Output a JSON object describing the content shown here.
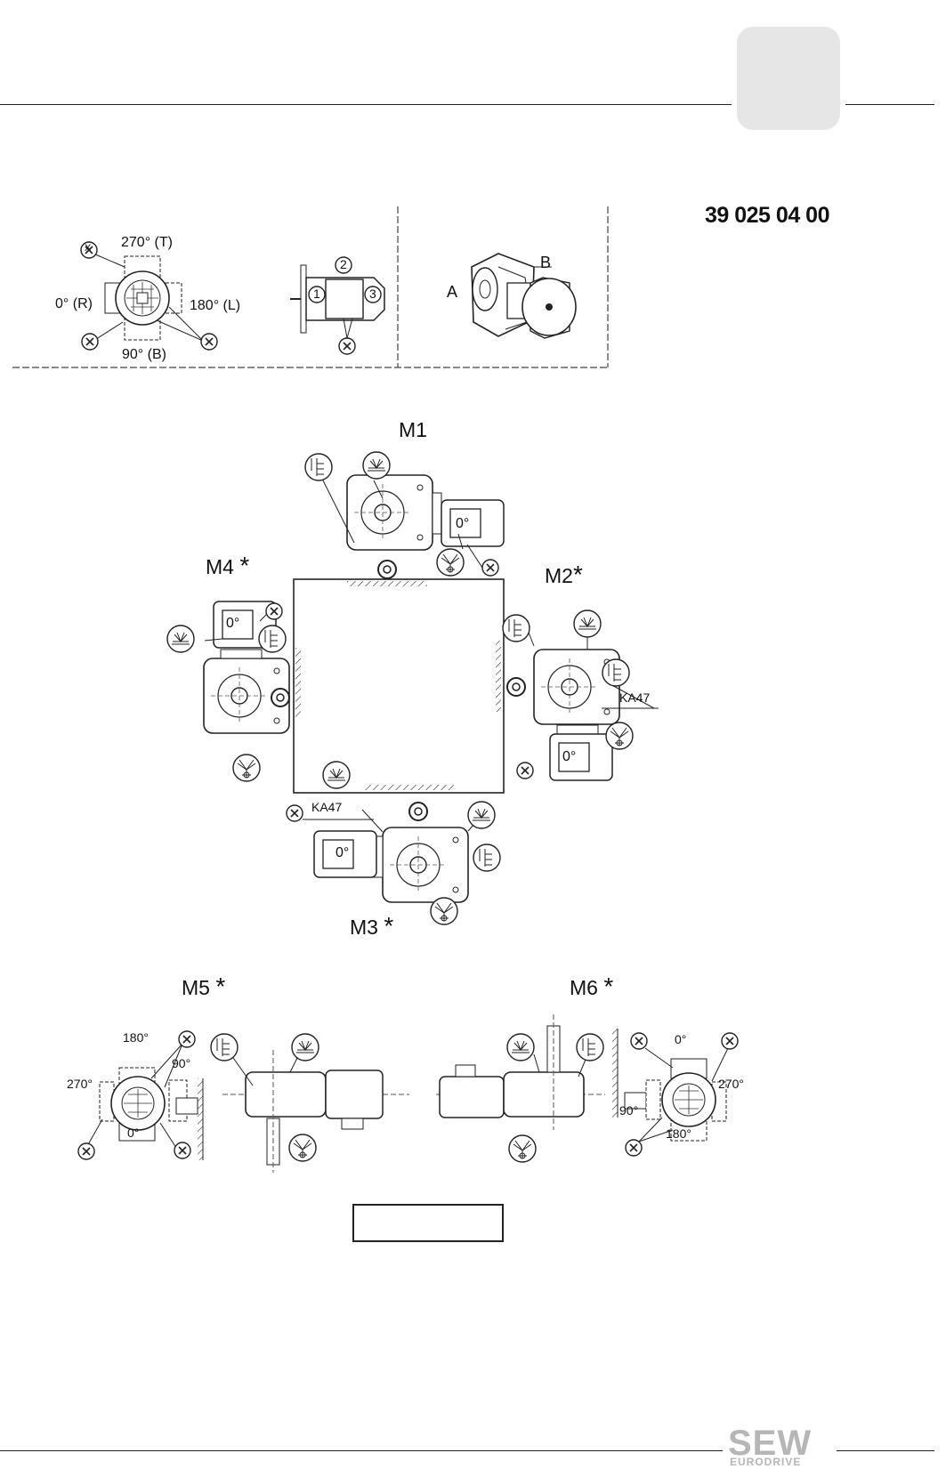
{
  "header": {
    "document_number": "39 025 04 00"
  },
  "legend": {
    "terminal_positions": {
      "top": "270° (T)",
      "right_side": "0° (R)",
      "left_side": "180° (L)",
      "bottom": "90° (B)",
      "marker": "X"
    },
    "cable_entries": [
      "1",
      "2",
      "3"
    ],
    "sides": {
      "a": "A",
      "b": "B"
    }
  },
  "positions": {
    "m1": "M1",
    "m2": "M2",
    "m3": "M3",
    "m4": "M4",
    "m5": "M5",
    "m6": "M6",
    "asterisk": "*"
  },
  "motor_label": "0°",
  "gear_unit": "KA47",
  "m5_angles": {
    "top": "180°",
    "left": "270°",
    "right": "90°",
    "bottom": "0°"
  },
  "m6_angles": {
    "top": "0°",
    "right": "270°",
    "left": "90°",
    "bottom": "180°"
  },
  "logo": {
    "brand": "SEW",
    "sub": "EURODRIVE"
  },
  "colors": {
    "ink": "#222222",
    "tab_gray": "#e6e6e6",
    "logo_gray": "#b6b6b6"
  }
}
